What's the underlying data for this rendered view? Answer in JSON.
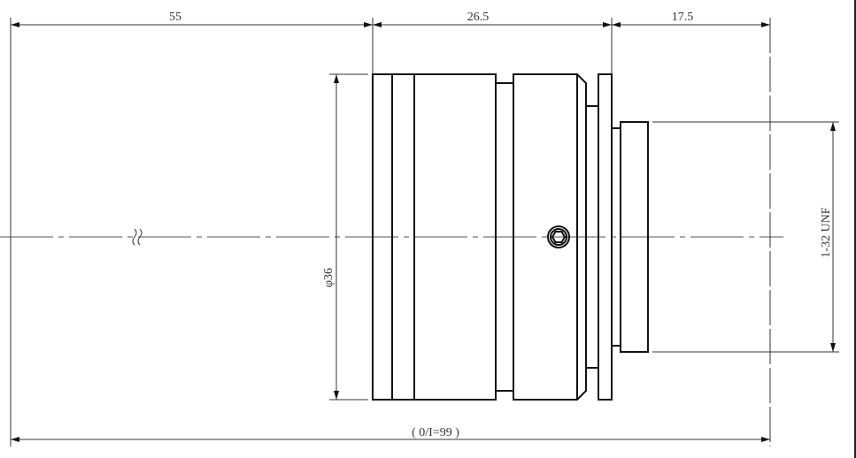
{
  "drawing": {
    "dimensions": {
      "length_front": "55",
      "length_body": "26.5",
      "length_mount": "17.5",
      "diameter": "φ36",
      "thread": "1-32 UNF",
      "total_length": "( 0/I=99 )"
    },
    "colors": {
      "line": "#111111",
      "background": "#ffffff"
    }
  }
}
